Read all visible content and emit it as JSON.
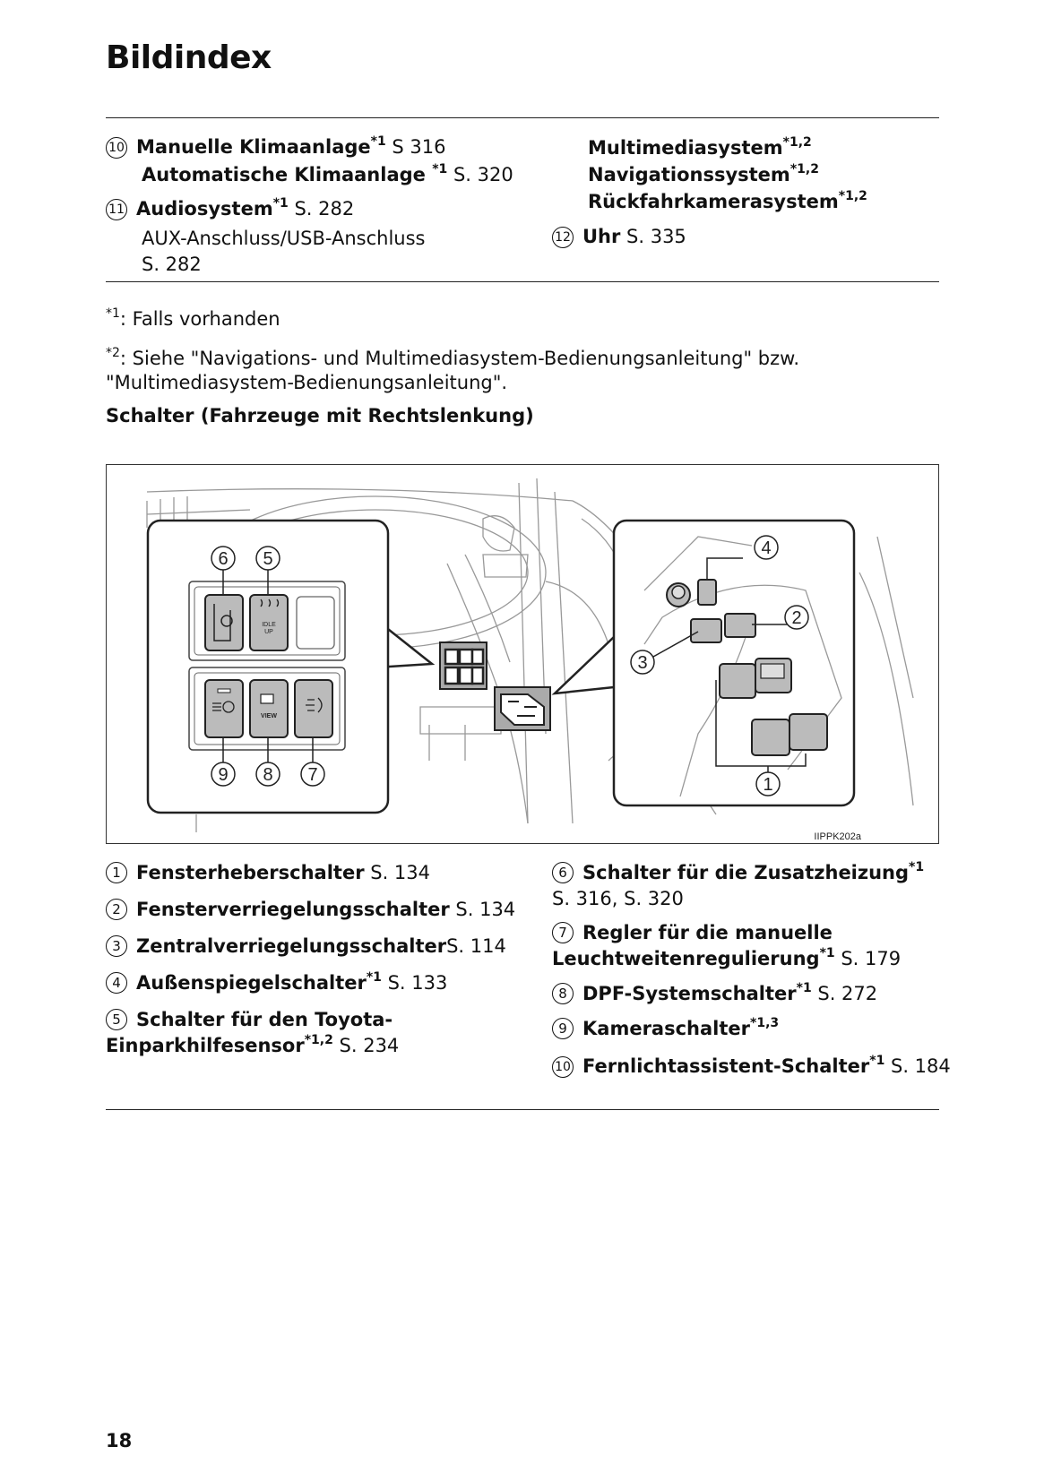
{
  "page": {
    "title": "Bildindex",
    "page_number": "18"
  },
  "top_left": [
    {
      "num": "10",
      "bold": "Manuelle Klimaanlage",
      "sup": "*1",
      "ref": " S 316"
    },
    {
      "num": "",
      "bold": "Automatische Klimaanlage ",
      "sup": "*1",
      "ref": " S. 320"
    },
    {
      "num": "11",
      "bold": "Audiosystem",
      "sup": "*1",
      "ref": " S. 282"
    },
    {
      "num": "",
      "bold": "",
      "sup": "",
      "ref": "AUX-Anschluss/USB-Anschluss"
    },
    {
      "num": "",
      "bold": "",
      "sup": "",
      "ref": "S. 282"
    }
  ],
  "top_right": [
    {
      "num": "",
      "bold": "Multimediasystem",
      "sup": "*1,2",
      "ref": ""
    },
    {
      "num": "",
      "bold": "Navigationssystem",
      "sup": "*1,2",
      "ref": ""
    },
    {
      "num": "",
      "bold": "Rückfahrkamerasystem",
      "sup": "*1,2",
      "ref": ""
    },
    {
      "num": "12",
      "bold": "Uhr",
      "sup": "",
      "ref": " S. 335"
    }
  ],
  "footnotes": {
    "f1_mark": "*1",
    "f1_text": ": Falls vorhanden",
    "f2_mark": "*2",
    "f2_text_line1": ": Siehe \"Navigations- und Multimediasystem-Bedienungsanleitung\" bzw.",
    "f2_text_line2": "\"Multimediasystem-Bedienungsanleitung\"."
  },
  "section_heading": "Schalter (Fahrzeuge mit Rechtslenkung)",
  "figure": {
    "code": "IIPPK202a",
    "callouts_left": [
      "6",
      "5",
      "9",
      "8",
      "7"
    ],
    "callouts_right": [
      "4",
      "2",
      "3",
      "1"
    ],
    "idle_label_1": "IDLE",
    "idle_label_2": "UP",
    "view_label": "VIEW"
  },
  "legend_left": [
    {
      "num": "1",
      "bold": "Fensterheberschalter",
      "sup": "",
      "ref": " S. 134"
    },
    {
      "num": "2",
      "bold": "Fensterverriegelungsschalter",
      "sup": "",
      "ref": " S. 134"
    },
    {
      "num": "3",
      "bold": "Zentralverriegelungsschalter",
      "sup": "",
      "ref": "S. 114"
    },
    {
      "num": "4",
      "bold": "Außenspiegelschalter",
      "sup": "*1",
      "ref": " S. 133"
    },
    {
      "num": "5",
      "bold": "Schalter für den Toyota-",
      "sup": "",
      "ref": ""
    },
    {
      "num": "",
      "bold": "Einparkhilfesensor",
      "sup": "*1,2",
      "ref": " S. 234"
    }
  ],
  "legend_right": [
    {
      "num": "6",
      "bold": "Schalter für die Zusatzheizung",
      "sup": "*1",
      "ref": ""
    },
    {
      "num": "",
      "bold": "",
      "sup": "",
      "ref": "S. 316, S. 320"
    },
    {
      "num": "7",
      "bold": "Regler für die manuelle",
      "sup": "",
      "ref": ""
    },
    {
      "num": "",
      "bold": "Leuchtweitenregulierung",
      "sup": "*1",
      "ref": " S. 179"
    },
    {
      "num": "8",
      "bold": "DPF-Systemschalter",
      "sup": "*1",
      "ref": " S. 272"
    },
    {
      "num": "9",
      "bold": "Kameraschalter",
      "sup": "*1,3",
      "ref": ""
    },
    {
      "num": "10",
      "bold": "Fernlichtassistent-Schalter",
      "sup": "*1",
      "ref": " S. 184"
    }
  ]
}
